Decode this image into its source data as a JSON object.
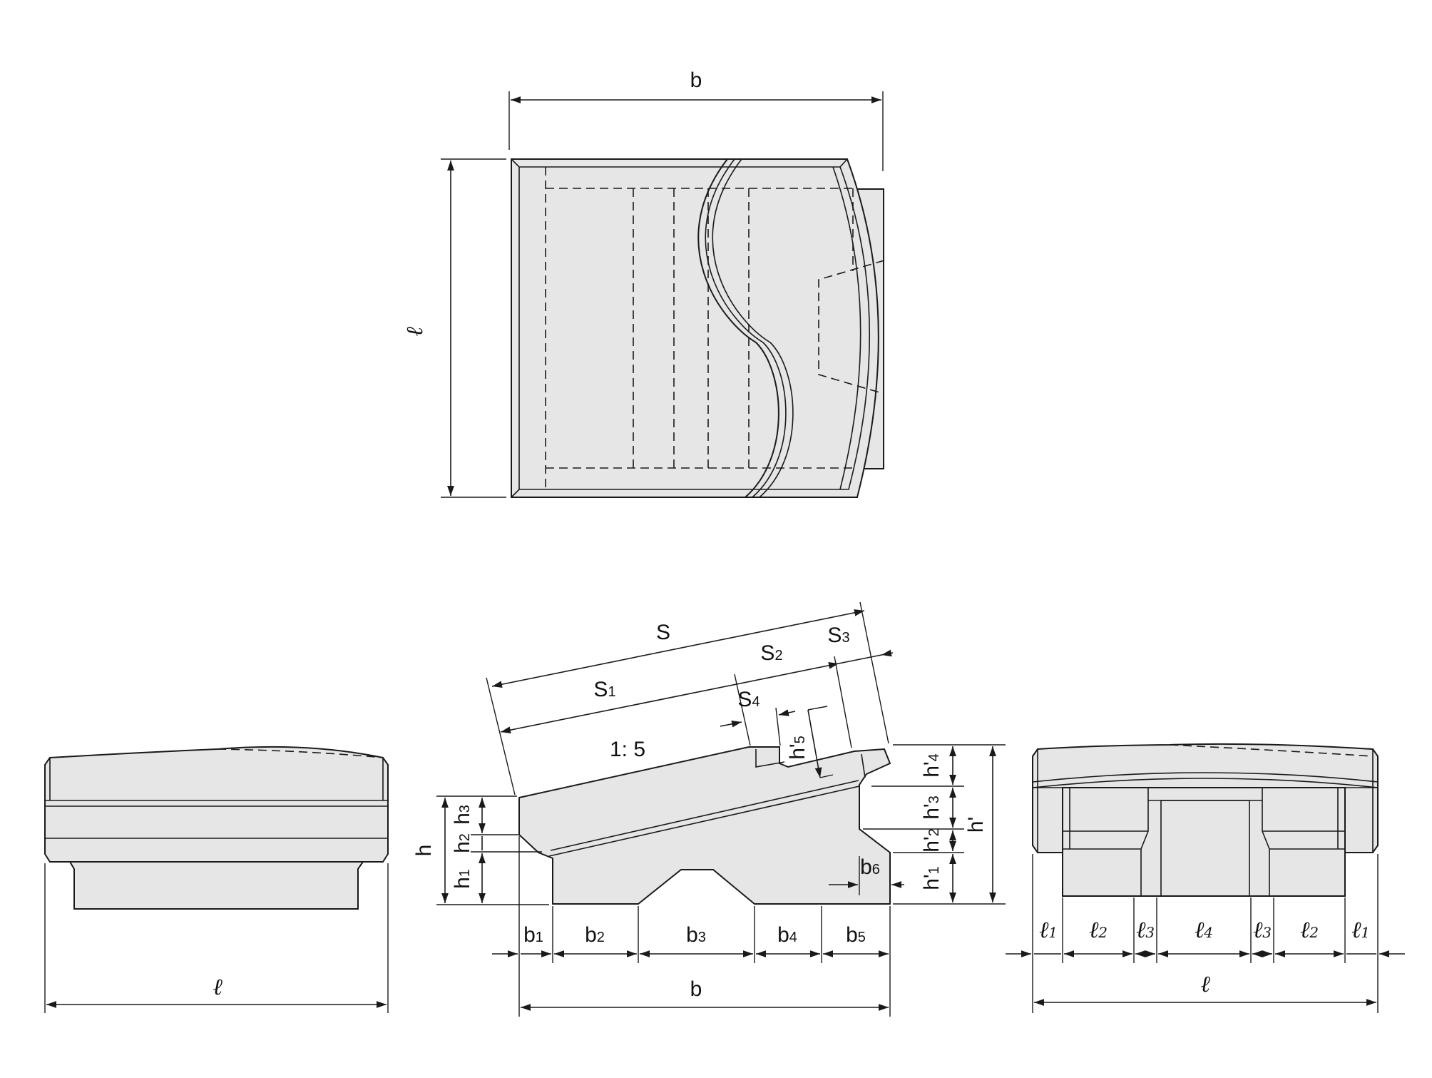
{
  "colors": {
    "face_fill": "#e6e6e6",
    "line": "#1a1a1a"
  },
  "labels": {
    "b": "b",
    "l": "ℓ",
    "h": "h",
    "h_prime": "h'",
    "S": "S",
    "slope": "1: 5",
    "h1": "h",
    "h1_sub": "1",
    "h2": "h",
    "h2_sub": "2",
    "h3": "h",
    "h3_sub": "3",
    "hp1": "h'",
    "hp1_sub": "1",
    "hp2": "h'",
    "hp2_sub": "2",
    "hp3": "h'",
    "hp3_sub": "3",
    "hp4": "h'",
    "hp4_sub": "4",
    "hp5": "h'",
    "hp5_sub": "5",
    "S1": "S",
    "S1_sub": "1",
    "S2": "S",
    "S2_sub": "2",
    "S3": "S",
    "S3_sub": "3",
    "S4": "S",
    "S4_sub": "4",
    "b1": "b",
    "b1_sub": "1",
    "b2": "b",
    "b2_sub": "2",
    "b3": "b",
    "b3_sub": "3",
    "b4": "b",
    "b4_sub": "4",
    "b5": "b",
    "b5_sub": "5",
    "b6": "b",
    "b6_sub": "6",
    "l1": "ℓ",
    "l1_sub": "1",
    "l2": "ℓ",
    "l2_sub": "2",
    "l3": "ℓ",
    "l3_sub": "3",
    "l4": "ℓ",
    "l4_sub": "4"
  }
}
